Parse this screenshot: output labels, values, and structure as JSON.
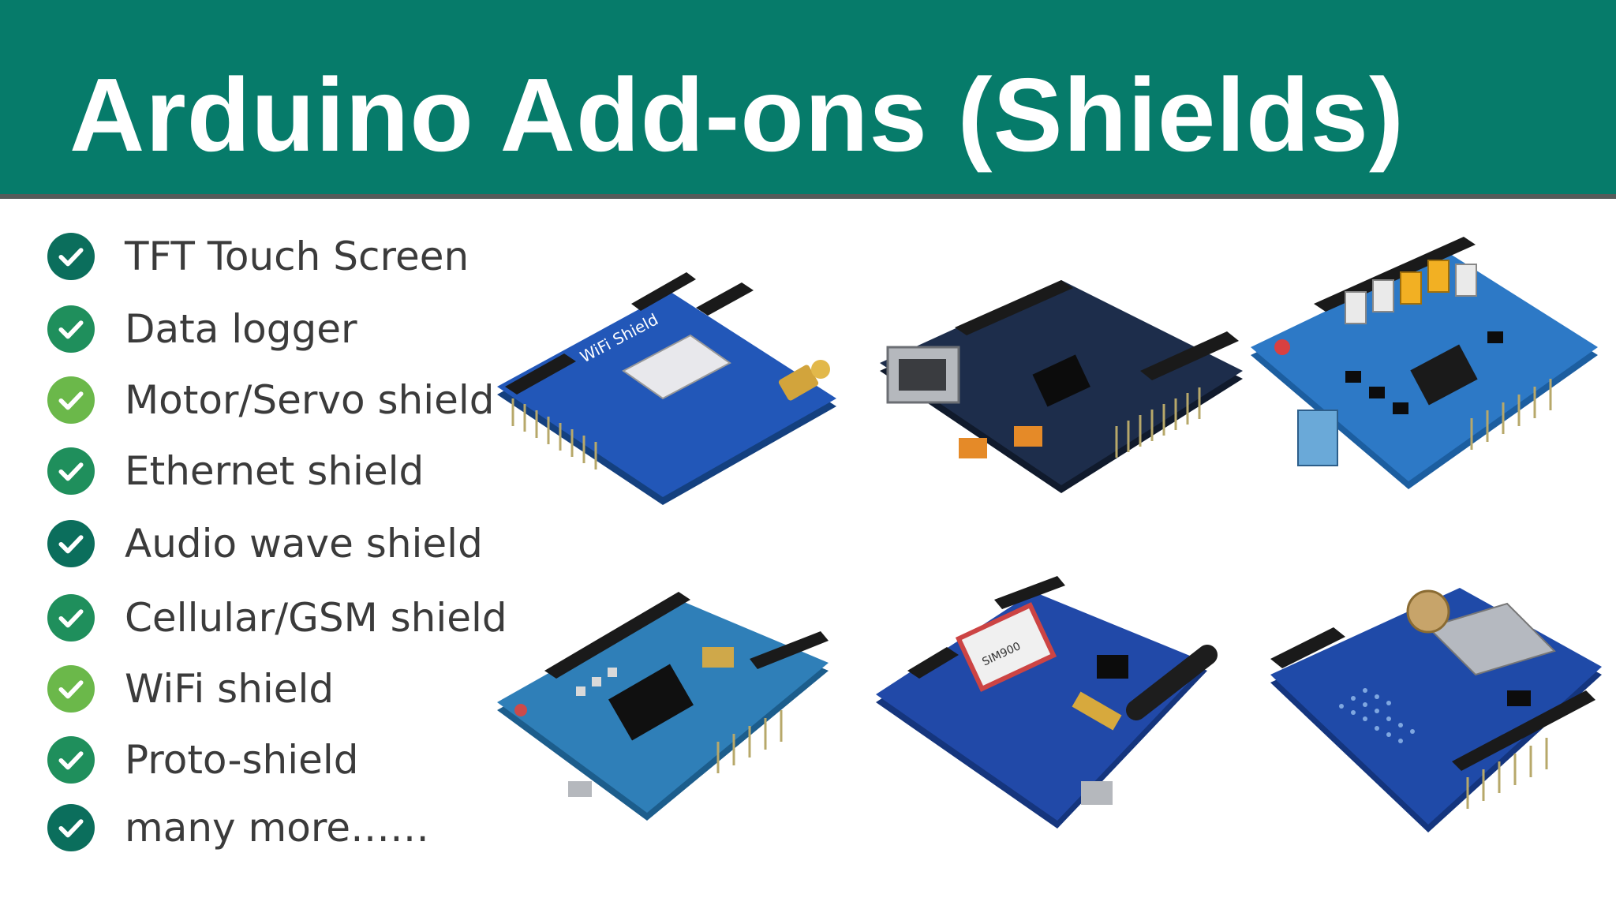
{
  "slide": {
    "title": "Arduino Add-ons (Shields)"
  },
  "colors": {
    "banner": "#067b6a",
    "check_dark": "#0b6e5c",
    "check_light": "#6bb84a",
    "board_blue": "#1f5fb8",
    "board_navy": "#1b2c4a",
    "board_teal": "#2a73b2"
  },
  "items": [
    {
      "label": "TFT Touch Screen",
      "icon": "check-circle-icon",
      "tone": "dark"
    },
    {
      "label": "Data logger",
      "icon": "check-circle-icon",
      "tone": "green"
    },
    {
      "label": "Motor/Servo shield",
      "icon": "check-circle-icon",
      "tone": "light"
    },
    {
      "label": "Ethernet shield",
      "icon": "check-circle-icon",
      "tone": "green"
    },
    {
      "label": "Audio wave shield",
      "icon": "check-circle-icon",
      "tone": "dark"
    },
    {
      "label": "Cellular/GSM shield",
      "icon": "check-circle-icon",
      "tone": "green"
    },
    {
      "label": "WiFi shield",
      "icon": "check-circle-icon",
      "tone": "light"
    },
    {
      "label": "Proto-shield",
      "icon": "check-circle-icon",
      "tone": "green"
    },
    {
      "label": "many more……",
      "icon": "check-circle-icon",
      "tone": "dark"
    }
  ],
  "boards": [
    {
      "name": "wifi-shield-board-photo",
      "label": "WiFi Shield"
    },
    {
      "name": "ethernet-shield-board-photo",
      "label": ""
    },
    {
      "name": "motor-shield-board-photo",
      "label": ""
    },
    {
      "name": "arduino-wifi-shield-board-photo",
      "label": ""
    },
    {
      "name": "gsm-shield-board-photo",
      "label": "SIM900"
    },
    {
      "name": "data-logger-shield-board-photo",
      "label": ""
    }
  ]
}
